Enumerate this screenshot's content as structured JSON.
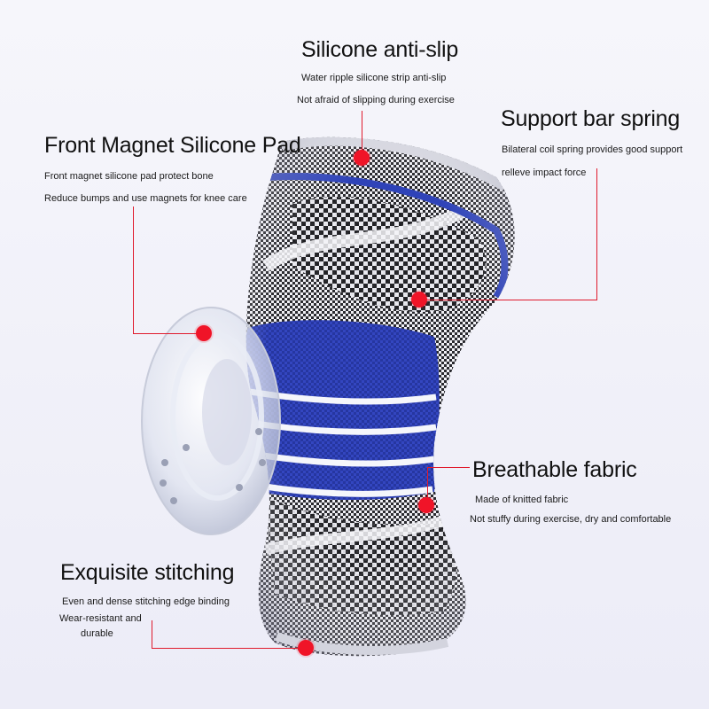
{
  "colors": {
    "accent": "#f01428",
    "brace_blue": "#2f43b8",
    "knit_dark": "#222222",
    "knit_light": "#e9e9ef"
  },
  "callouts": {
    "silicone": {
      "title": "Silicone anti-slip",
      "line1": "Water ripple silicone strip anti-slip",
      "line2": "Not afraid of slipping during exercise"
    },
    "spring": {
      "title": "Support bar spring",
      "line1": "Bilateral coil spring provides good support",
      "line2": "relleve impact force"
    },
    "magnet": {
      "title": "Front Magnet Silicone Pad",
      "line1": "Front magnet silicone pad protect bone",
      "line2": "Reduce bumps and use magnets for knee care"
    },
    "fabric": {
      "title": "Breathable fabric",
      "line1": "Made of knitted fabric",
      "line2": "Not stuffy during exercise, dry and comfortable"
    },
    "stitching": {
      "title": "Exquisite stitching",
      "line1": "Even and dense stitching edge binding",
      "line2": "Wear-resistant and",
      "line3": "durable"
    }
  }
}
